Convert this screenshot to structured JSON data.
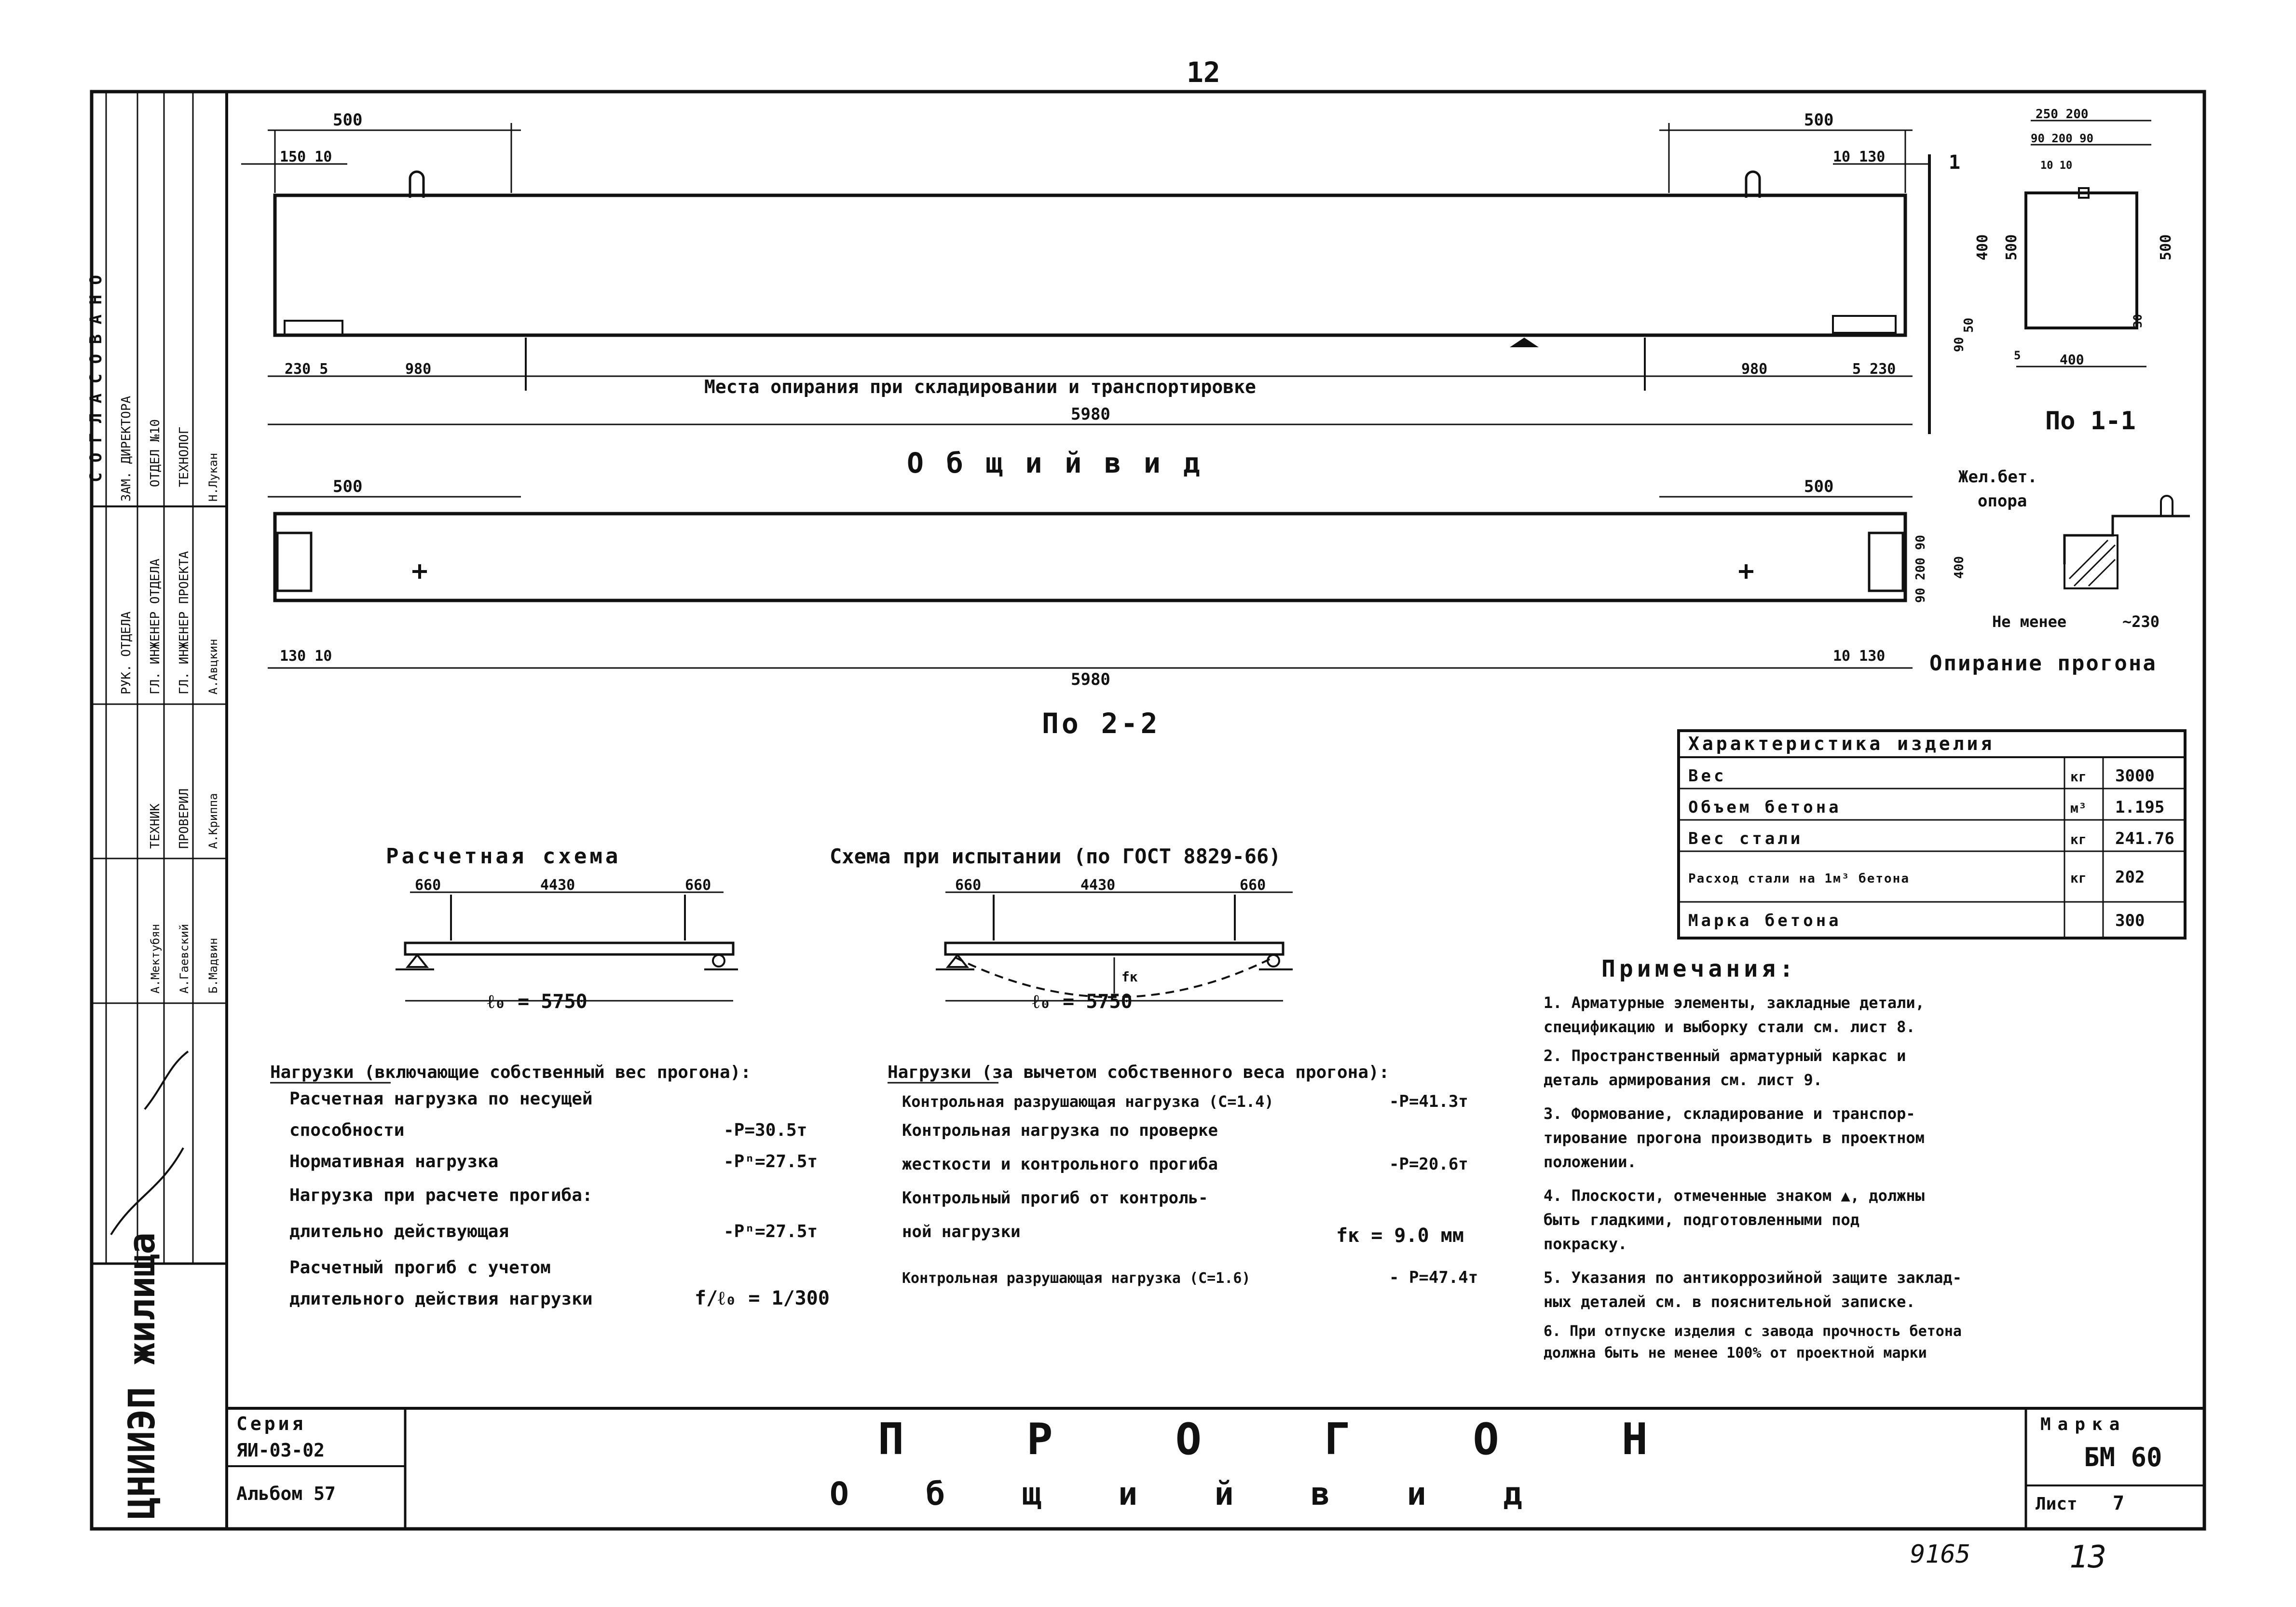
{
  "page_top_number": "12",
  "stamp": {
    "organization": "ЦНИИЭП жилища",
    "header": "С О Г Л А С О В А Н О",
    "rows": [
      {
        "title": "ЗАМ. ДИРЕКТОРА",
        "name": "А.Мектубян"
      },
      {
        "title": "РУК. ОТДЕЛА",
        "name": "А.Гаевский"
      },
      {
        "title": "ГЛ. ИНЖЕНЕР ОТДЕЛА",
        "name": "Б.Мадвин"
      },
      {
        "title": "ГЛ. ИНЖЕНЕР ПРОЕКТА",
        "name": "А.Криппа"
      },
      {
        "title": "ТЕХНИК",
        "name": "А.Авцкин"
      },
      {
        "title": "ПРОВЕРИЛ",
        "name": "Н.Лукан"
      }
    ],
    "dept": "ОТДЕЛ №10",
    "dept2": "ТЕХНОЛОГ"
  },
  "general_view": {
    "title": "О б щ и й   в и д",
    "dim_500_left": "500",
    "dim_500_right": "500",
    "dim_150_10": "150 10",
    "dim_10_130": "10 130",
    "dim_980_left": "980",
    "dim_980_right": "980",
    "dim_230_5": "230 5",
    "dim_5_230": "5 230",
    "dim_total": "5980",
    "dim_400": "400",
    "dim_500_h": "500",
    "dim_50": "50",
    "dim_90": "90",
    "support_label": "Места опирания при складировании и транспортировке",
    "section_mark": "1"
  },
  "section_11": {
    "title": "По 1-1",
    "dims_top": "250  200",
    "dims_top2": "90  200  90",
    "dims_10": "10   10",
    "dim_400": "400",
    "dim_5": "5",
    "dim_500": "500",
    "dim_30": "30"
  },
  "section_22": {
    "title": "По 2-2",
    "dim_500_left": "500",
    "dim_500_right": "500",
    "dim_130_10": "130 10",
    "dim_10_130": "10 130",
    "dim_total": "5980",
    "dims_right": "90  200  90",
    "dim_400": "400"
  },
  "support_detail": {
    "label1": "Жел.бет.",
    "label2": "опора",
    "min_label": "Не менее",
    "min_value": "~230",
    "title": "Опирание прогона"
  },
  "characteristics": {
    "title": "Характеристика изделия",
    "rows": [
      {
        "name": "Вес",
        "unit": "кг",
        "value": "3000"
      },
      {
        "name": "Объем бетона",
        "unit": "м³",
        "value": "1.195"
      },
      {
        "name": "Вес стали",
        "unit": "кг",
        "value": "241.76"
      },
      {
        "name": "Расход стали на 1м³ бетона",
        "unit": "кг",
        "value": "202"
      },
      {
        "name": "Марка бетона",
        "unit": "",
        "value": "300"
      }
    ]
  },
  "calc_scheme": {
    "title": "Расчетная схема",
    "dims": [
      "660",
      "4430",
      "660"
    ],
    "span": "ℓ₀ = 5750"
  },
  "test_scheme": {
    "title": "Схема при испытании (по ГОСТ 8829-66)",
    "dims": [
      "660",
      "4430",
      "660"
    ],
    "span": "ℓ₀ = 5750",
    "fk": "fк"
  },
  "loads_left": {
    "heading": "Нагрузки (включающие собственный вес прогона):",
    "lines": [
      {
        "label": "Расчетная нагрузка по несущей",
        "value": ""
      },
      {
        "label": "способности",
        "value": "-P=30.5т"
      },
      {
        "label": "Нормативная нагрузка",
        "value": "-Pⁿ=27.5т"
      },
      {
        "label": "Нагрузка при расчете прогиба:",
        "value": ""
      },
      {
        "label": "длительно действующая",
        "value": "-Pⁿ=27.5т"
      },
      {
        "label": "Расчетный прогиб с учетом",
        "value": ""
      },
      {
        "label": "длительного действия нагрузки",
        "value": "f/ℓ₀ = 1/300"
      }
    ]
  },
  "loads_right": {
    "heading": "Нагрузки (за вычетом собственного веса прогона):",
    "lines": [
      {
        "label": "Контрольная разрушающая нагрузка (С=1.4)",
        "value": "-P=41.3т"
      },
      {
        "label": "Контрольная нагрузка по проверке",
        "value": ""
      },
      {
        "label": "жесткости и контрольного прогиба",
        "value": "-P=20.6т"
      },
      {
        "label": "Контрольный прогиб от контроль-",
        "value": ""
      },
      {
        "label": "ной нагрузки",
        "value": "fк = 9.0 мм"
      },
      {
        "label": "Контрольная разрушающая нагрузка (С=1.6)",
        "value": "- P=47.4т"
      }
    ]
  },
  "notes": {
    "title": "Примечания:",
    "items": [
      "1. Арматурные элементы, закладные детали,",
      "   спецификацию и выборку стали см. лист 8.",
      "2. Пространственный арматурный каркас и",
      "   деталь армирования см. лист 9.",
      "3. Формование, складирование и транспор-",
      "   тирование прогона производить в проектном",
      "   положении.",
      "4. Плоскости, отмеченные знаком ▲, должны",
      "   быть гладкими, подготовленными под",
      "   покраску.",
      "5. Указания по антикоррозийной защите заклад-",
      "   ных деталей см. в пояснительной записке.",
      "6. При отпуске изделия с завода прочность бетона",
      "   должна быть не менее 100% от проектной марки"
    ]
  },
  "title_block": {
    "series_label": "Серия",
    "series_value": "ЯИ-03-02",
    "album": "Альбом 57",
    "title1": "П Р О Г О Н",
    "title2": "О б щ и й   в и д",
    "mark_label": "Марка",
    "mark_value": "БМ 60",
    "sheet_label": "Лист",
    "sheet_value": "7"
  },
  "bottom_numbers": {
    "left": "9165",
    "right": "13"
  }
}
